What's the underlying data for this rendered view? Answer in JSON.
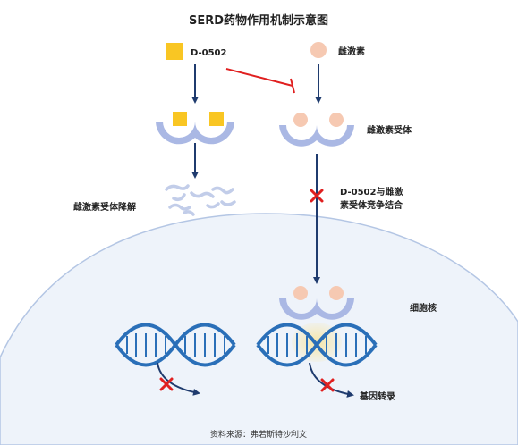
{
  "title": "SERD药物作用机制示意图",
  "labels": {
    "drug": "D-0502",
    "estrogen": "雌激素",
    "estrogen_receptor": "雌激素受体",
    "receptor_degradation": "雌激素受体降解",
    "competition_line1": "D-0502与雌激",
    "competition_line2": "素受体竞争结合",
    "nucleus": "细胞核",
    "gene_transcription": "基因转录"
  },
  "source": "资料来源：弗若斯特沙利文",
  "colors": {
    "drug": "#f9c623",
    "estrogen": "#f6c9b2",
    "receptor": "#aab8e4",
    "arrow": "#1f3b6e",
    "inhibit": "#e02020",
    "cross": "#e02020",
    "dna": "#2a6fb8",
    "nucleus_fill": "#eef3fa",
    "nucleus_stroke": "#b4c6e4",
    "glow": "#f7e6a4"
  }
}
